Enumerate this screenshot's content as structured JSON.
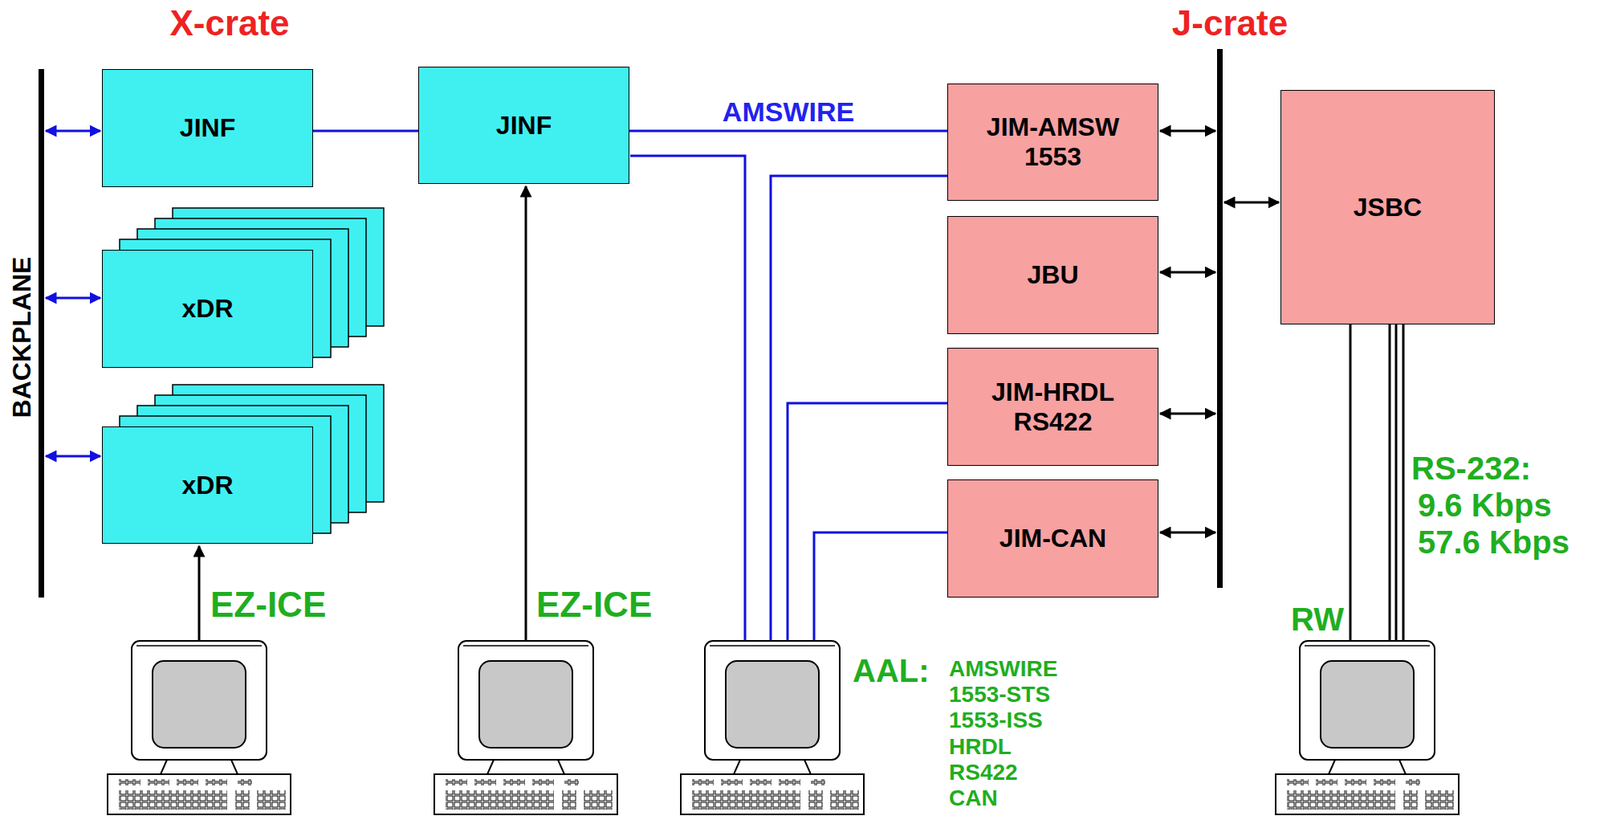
{
  "diagram": {
    "nodes": [
      {
        "text": [
          "JINF"
        ]
      },
      {
        "text": [
          "xDR"
        ]
      },
      {
        "text": [
          "xDR"
        ]
      },
      {
        "text": [
          "JINF"
        ]
      },
      {
        "text": [
          "JIM-AMSW 1553"
        ]
      },
      {
        "text": [
          "JBU"
        ]
      },
      {
        "text": [
          "JIM-HRDL RS422"
        ]
      },
      {
        "text": [
          "JIM-CAN"
        ]
      },
      {
        "text": [
          "JSBC"
        ]
      }
    ],
    "edges": [
      {
        "from": 0,
        "to": 3,
        "arrow": "none"
      },
      {
        "from": 3,
        "to": 4,
        "arrow": "none",
        "label": "AMSWIRE"
      }
    ],
    "labels": [
      "X-crate",
      "J-crate",
      "BACKPLANE",
      "EZ-ICE",
      "EZ-ICE",
      "AAL:",
      "AMSWIRE",
      "1553-STS",
      "1553-ISS",
      "HRDL",
      "RS422",
      "CAN",
      "RW",
      "RS-232:",
      "9.6 Kbps",
      "57.6 Kbps"
    ]
  }
}
